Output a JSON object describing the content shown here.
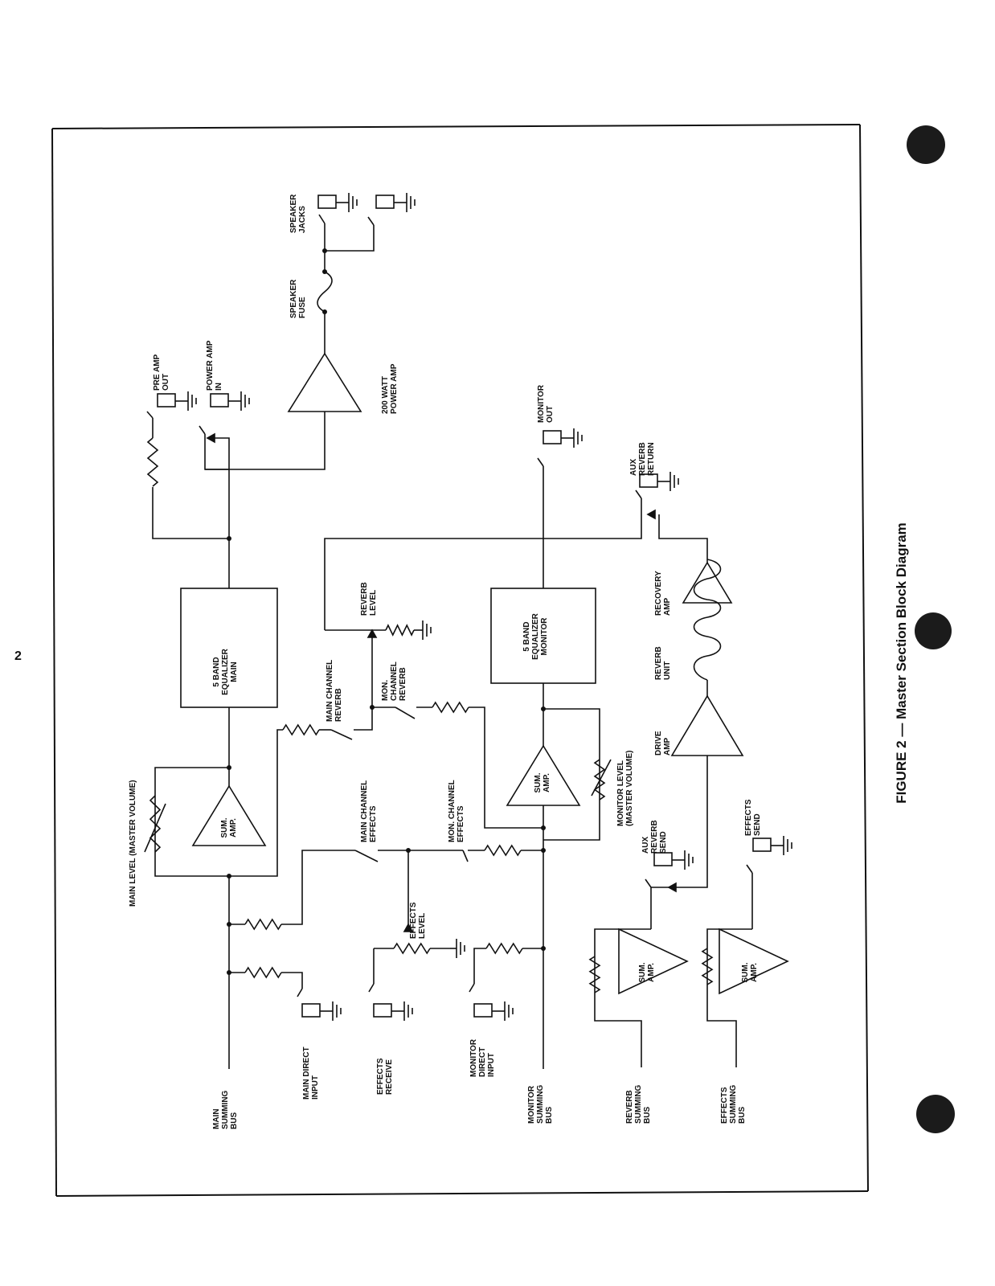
{
  "page_number": "2",
  "caption": "FIGURE 2 — Master Section Block Diagram",
  "labels": {
    "main_summing_bus": [
      "MAIN",
      "SUMMING",
      "BUS"
    ],
    "main_direct_input": [
      "MAIN DIRECT",
      "INPUT"
    ],
    "effects_receive": [
      "EFFECTS",
      "RECEIVE"
    ],
    "monitor_direct_input": [
      "MONITOR",
      "DIRECT",
      "INPUT"
    ],
    "monitor_summing_bus": [
      "MONITOR",
      "SUMMING",
      "BUS"
    ],
    "reverb_summing_bus": [
      "REVERB",
      "SUMMING",
      "BUS"
    ],
    "effects_summing_bus": [
      "EFFECTS",
      "SUMMING",
      "BUS"
    ],
    "main_level": [
      "MAIN LEVEL (MASTER VOLUME)"
    ],
    "main_channel_effects": [
      "MAIN CHANNEL",
      "EFFECTS"
    ],
    "effects_level": [
      "EFFECTS",
      "LEVEL"
    ],
    "mon_channel_effects": [
      "MON. CHANNEL",
      "EFFECTS"
    ],
    "main_channel_reverb": [
      "MAIN CHANNEL",
      "REVERB"
    ],
    "mon_channel_reverb": [
      "MON.",
      "CHANNEL",
      "REVERB"
    ],
    "reverb_level": [
      "REVERB",
      "LEVEL"
    ],
    "monitor_level": [
      "MONITOR LEVEL",
      "(MASTER VOLUME)"
    ],
    "aux_reverb_send": [
      "AUX",
      "REVERB",
      "SEND"
    ],
    "effects_send": [
      "EFFECTS",
      "SEND"
    ],
    "drive_amp": [
      "DRIVE",
      "AMP"
    ],
    "reverb_unit": [
      "REVERB",
      "UNIT"
    ],
    "recovery_amp": [
      "RECOVERY",
      "AMP"
    ],
    "aux_reverb_return": [
      "AUX",
      "REVERB",
      "RETURN"
    ],
    "monitor_out": [
      "MONITOR",
      "OUT"
    ],
    "pre_amp_out": [
      "PRE AMP",
      "OUT"
    ],
    "power_amp_in": [
      "POWER AMP",
      "IN"
    ],
    "power_amp_200": [
      "200 WATT",
      "POWER AMP"
    ],
    "speaker_fuse": [
      "SPEAKER",
      "FUSE"
    ],
    "speaker_jacks": [
      "SPEAKER",
      "JACKS"
    ]
  },
  "blocks": {
    "eq_main": [
      "5 BAND",
      "EQUALIZER",
      "MAIN"
    ],
    "eq_monitor": [
      "5 BAND",
      "EQUALIZER",
      "MONITOR"
    ],
    "sum_amp": [
      "SUM.",
      "AMP."
    ]
  }
}
